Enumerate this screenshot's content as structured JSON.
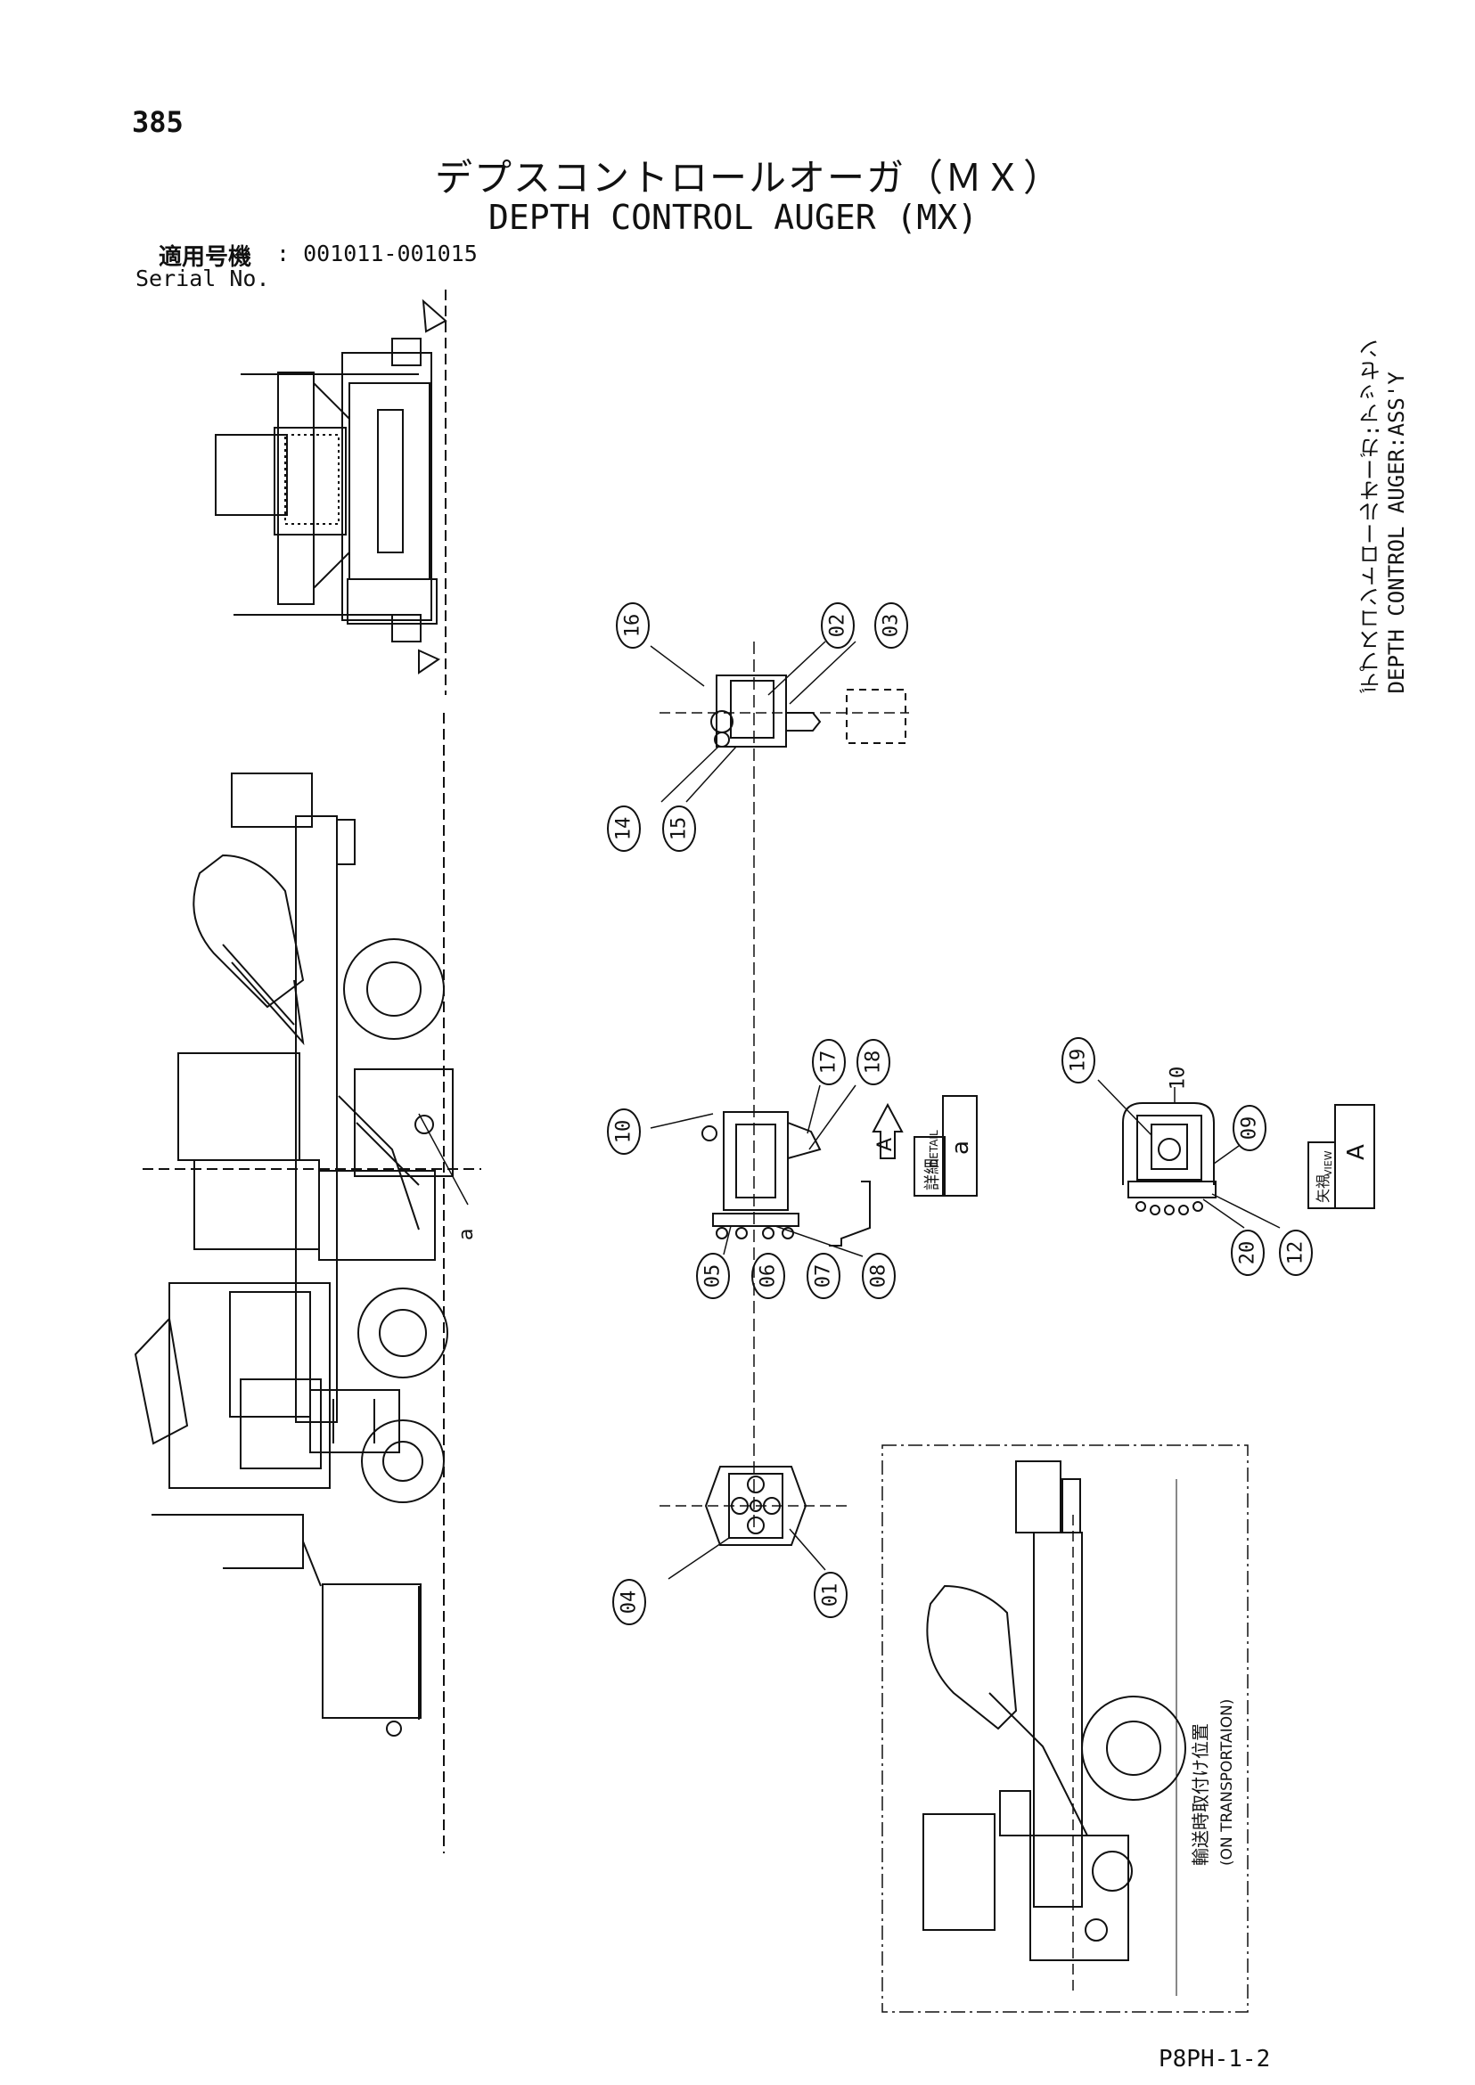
{
  "header": {
    "page_number": "385",
    "title_ja": "デプスコントロールオーガ（ＭＸ）",
    "title_en": "DEPTH CONTROL AUGER (MX)",
    "serial_label_ja": "適用号機",
    "serial_range": ": 001011-001015",
    "serial_label_en": "Serial No."
  },
  "side_title": {
    "line1": "デプスコントロールオーガ:アッセン",
    "line2": "DEPTH CONTROL AUGER:ASS'Y"
  },
  "callouts": {
    "c16": "16",
    "c02": "02",
    "c03": "03",
    "c14": "14",
    "c15": "15",
    "c17": "17",
    "c18": "18",
    "c10a": "10",
    "c05": "05",
    "c06": "06",
    "c07": "07",
    "c08": "08",
    "c19": "19",
    "c10b": "10",
    "c09": "09",
    "c20": "20",
    "c12": "12",
    "c04": "04",
    "c01": "01"
  },
  "labels": {
    "arrow_letter": "A",
    "detail_ja": "詳細",
    "detail_en": "DETAIL",
    "detail_letter": "a",
    "view_ja": "矢視",
    "view_en": "VIEW",
    "view_letter": "A",
    "detail_marker": "a",
    "transport_ja": "輸送時取付け位置",
    "transport_en": "(ON TRANSPORTAION)"
  },
  "footer": {
    "drawing_code": "P8PH-1-2"
  }
}
